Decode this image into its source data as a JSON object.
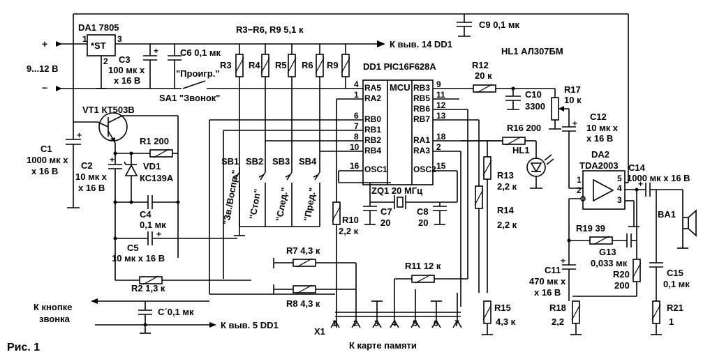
{
  "figure_label": "Рис. 1",
  "top_cut_text": "...",
  "labels": {
    "da1": "DA1  7805",
    "da1_st": "*ST",
    "da1_p1": "1",
    "da1_p2": "2",
    "da1_p3": "3",
    "plus": "+",
    "minus": "−",
    "voltage": "9...12 В",
    "c3": "C3",
    "c3_val1": "100 мк x",
    "c3_val2": "x 16 В",
    "c6": "C6 0,1 мк",
    "sa1_play": "\"Проигр.\"",
    "sa1": "SA1 \"Звонок\"",
    "r_group": "R3−R6,  R9  5,1 к",
    "to_dd1_14": "К выв. 14 DD1",
    "c9": "C9  0,1 мк",
    "hl1_title": "HL1  АЛ307БМ",
    "r3": "R3",
    "r4": "R4",
    "r5": "R5",
    "r6": "R6",
    "r9": "R9",
    "dd1": "DD1   PIC16F628A",
    "mcu": "MCU",
    "ra5": "RA5",
    "ra2": "RA2",
    "rb0": "RB0",
    "rb1": "RB1",
    "rb2": "RB2",
    "rb4": "RB4",
    "osc1": "OSC1",
    "rb3": "RB3",
    "rb5": "RB5",
    "rb6": "RB6",
    "rb7": "RB7",
    "ra1": "RA1",
    "ra3": "RA3",
    "osc2": "OSC2",
    "p4": "4",
    "p1": "1",
    "p6": "6",
    "p7": "7",
    "p8": "8",
    "p10": "10",
    "p16": "16",
    "p9": "9",
    "p11": "11",
    "p12": "12",
    "p13": "13",
    "p18": "18",
    "p2": "2",
    "p15": "15",
    "r12": "R12",
    "r12_val": "20 к",
    "c10": "C10",
    "c10_val": "3300",
    "r17": "R17",
    "r17_val": "10 к",
    "c12": "C12",
    "c12_val1": "10 мк x",
    "c12_val2": "x 16 В",
    "vt1": "VT1  КТ503В",
    "r1": "R1  200",
    "c1": "C1",
    "c1_val1": "1000 мк x",
    "c1_val2": "x 16 В",
    "c2": "C2",
    "c2_val1": "10 мк x",
    "c2_val2": "x 16 В",
    "vd1": "VD1",
    "vd1_val": "КС139А",
    "c4": "C4",
    "c4_val": "0,1 мк",
    "c5": "C5",
    "c5_val": "10 мк x 16 В",
    "r2": "R2 1,3 к",
    "sb1": "SB1",
    "sb2": "SB2",
    "sb3": "SB3",
    "sb4": "SB4",
    "sb1_name": "\"Зв./Воспр.\"",
    "sb2_name": "\"Стоп\"",
    "sb3_name": "\"След.\"",
    "sb4_name": "\"Пред.\"",
    "r16": "R16  200",
    "hl1": "HL1",
    "r13": "R13",
    "r13_val": "2,2 к",
    "r14": "R14",
    "r14_val": "2,2 к",
    "zq1": "ZQ1  20 МГц",
    "c7": "C7",
    "c7_val": "20",
    "c8": "C8",
    "c8_val": "20",
    "r10": "R10",
    "r10_val": "2,2 к",
    "da2": "DA2",
    "da2_val": "TDA2003",
    "da2_p1": "1",
    "da2_p2": "2",
    "da2_p3": "3",
    "da2_p4": "4",
    "da2_p5": "5",
    "c14": "C14",
    "c14_val": "1000 мк x 16 В",
    "ba1": "BA1",
    "r19": "R19  39",
    "g13": "G13",
    "g13_val": "0,033 мк",
    "c11": "C11",
    "c11_val1": "470 мк x",
    "c11_val2": "x 16 В",
    "r20": "R20",
    "r20_val": "200",
    "c15": "C15",
    "c15_val": "0,1 мк",
    "r18": "R18",
    "r18_val": "2,2",
    "r21": "R21",
    "r21_val": "1",
    "r7": "R7  4,3 к",
    "r8": "R8  4,3 к",
    "r11": "R11 12 к",
    "r15": "R15",
    "r15_val": "4,3 к",
    "to_button": "К кнопке",
    "to_button2": "звонка",
    "c_prime": "C´0,1 мк",
    "to_dd1_5": "К выв. 5 DD1",
    "x1": "X1",
    "card": "К карте памяти",
    "x1_pins": [
      "1",
      "2",
      "3",
      "4",
      "5",
      "6",
      "7"
    ]
  }
}
